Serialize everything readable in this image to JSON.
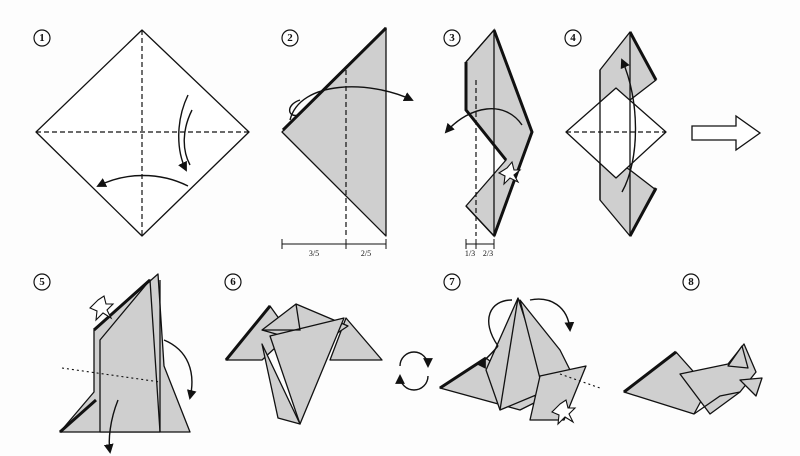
{
  "steps": [
    "1",
    "2",
    "3",
    "4",
    "5",
    "6",
    "7",
    "8"
  ],
  "fractions": {
    "step2_left": "3/5",
    "step2_right": "2/5",
    "step3_left": "1/3",
    "step3_right": "2/3"
  }
}
